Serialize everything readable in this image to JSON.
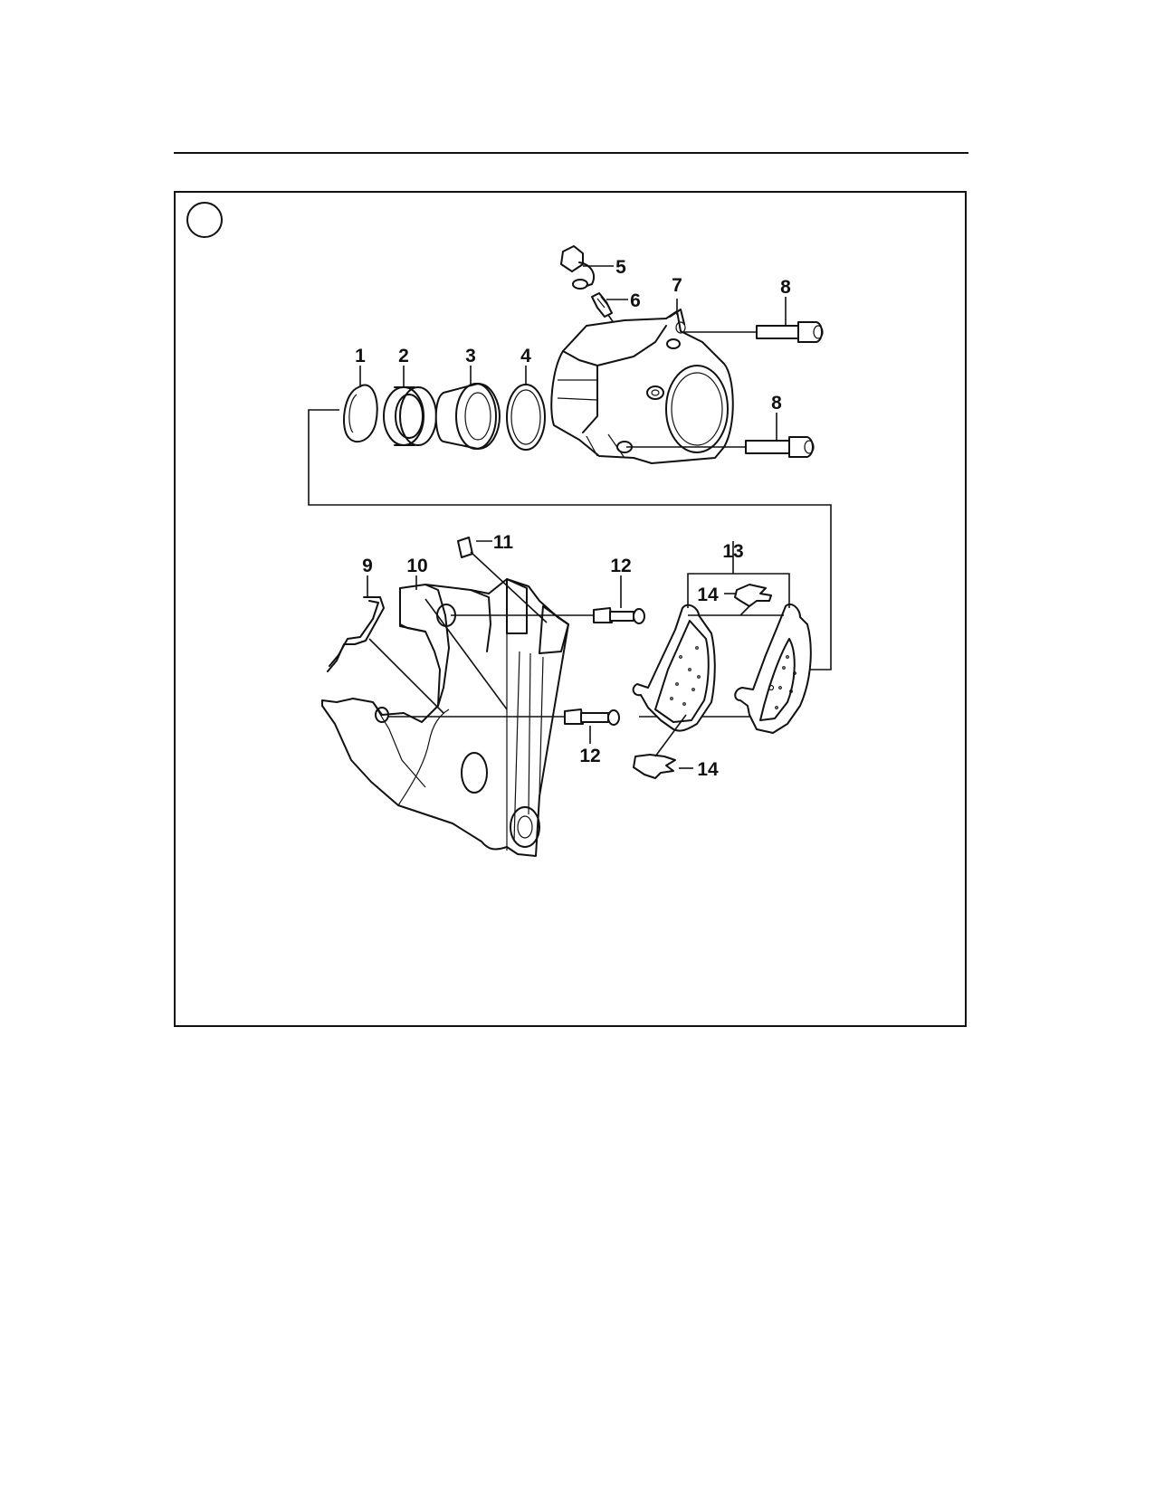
{
  "figure": {
    "callouts": {
      "c1": "1",
      "c2": "2",
      "c3": "3",
      "c4": "4",
      "c5": "5",
      "c6": "6",
      "c7": "7",
      "c8a": "8",
      "c8b": "8",
      "c9": "9",
      "c10": "10",
      "c11": "11",
      "c12a": "12",
      "c12b": "12",
      "c13": "13",
      "c14a": "14",
      "c14b": "14"
    },
    "icons": {
      "figure-marker": "circle-marker-icon"
    }
  }
}
